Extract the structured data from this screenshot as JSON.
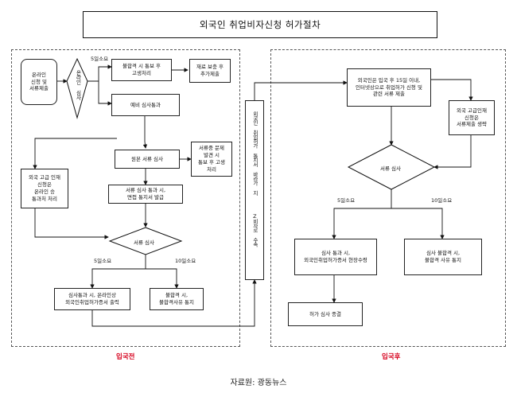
{
  "title": "외국인 취업비자신청 허가절차",
  "source": "자료원: 광동뉴스",
  "regions": {
    "before": "입국전",
    "after": "입국후"
  },
  "before": {
    "apply": "온라인\n신청 및\n서류제출",
    "online_review": "온라인\n심사",
    "time_5days_top": "5일소요",
    "reject_notice": "불합격 시 통보 후\n고생처리",
    "resubmit": "재료 보충 후\n추가제출",
    "review_done": "예비 심사통과",
    "high_talent": "외국 고급 인재\n신청은\n온라인 승\n통과처 처리",
    "paper_review": "원본 서류 심사",
    "supplement": "서류중 문제\n발견 시\n통보 후 고생\n처리",
    "pass_issue": "서류 심사 통과 시,\n면접 통지서 발급",
    "final_review": "서류 심사",
    "time_5days": "5일소요",
    "time_10days": "10일소요",
    "approve": "심사통과 시, 온라인상\n외국인취업허가증서 출력",
    "deny": "불합격 시,\n불합격사유 통지"
  },
  "middle": {
    "visa": "외국인 취업허가 통지서 바라가 지",
    "visa_lower": "Z비자로 수속"
  },
  "after": {
    "arrive": "외국인은 입국 후 15일 이내,\n인터넷상으로 취업허가 신청 및\n관련 서류 제출",
    "high_talent": "외국 고급인재\n신청은\n서류제출 생략",
    "review": "서류 심사",
    "time_5days": "5일소요",
    "time_10days": "10일소요",
    "approve": "심사 통과 시,\n외국인취업허가증서 현장수령",
    "deny": "심사 불합격 시,\n불합격 사유 통지",
    "extend": "허가 심사 종결"
  }
}
